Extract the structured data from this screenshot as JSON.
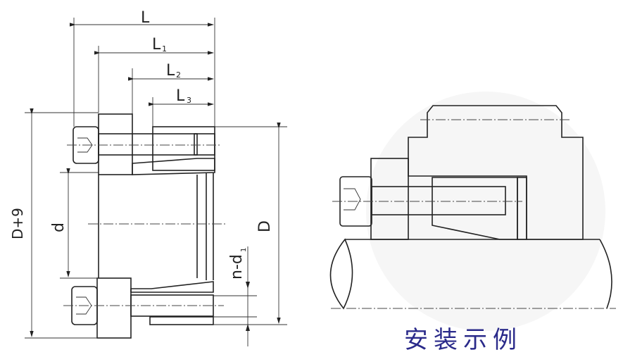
{
  "diagram": {
    "left_view": {
      "dimensions": {
        "L": "L",
        "L1": "L",
        "L1_sub": "1",
        "L2": "L",
        "L2_sub": "2",
        "L3": "L",
        "L3_sub": "3",
        "outer": "D+9",
        "bore": "d",
        "diameter": "D",
        "holes": "n-d",
        "holes_sub": "1"
      }
    },
    "right_view": {
      "caption": "安装示例"
    }
  }
}
